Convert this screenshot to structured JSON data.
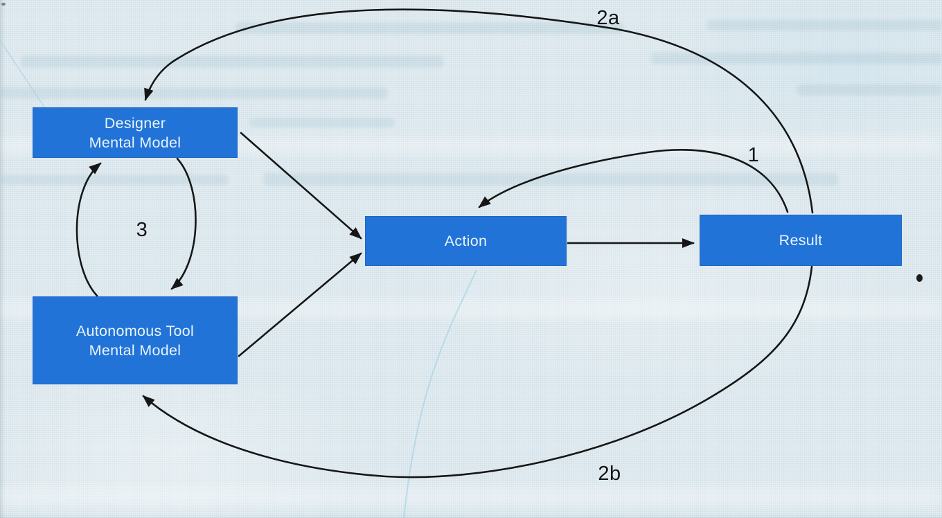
{
  "diagram": {
    "nodes": {
      "designer": {
        "line1": "Designer",
        "line2": "Mental Model"
      },
      "autonomous_tool": {
        "line1": "Autonomous Tool",
        "line2": "Mental Model"
      },
      "action": {
        "label": "Action"
      },
      "result": {
        "label": "Result"
      }
    },
    "edge_labels": {
      "result_to_action": "1",
      "result_to_designer": "2a",
      "result_to_autonomous_tool": "2b",
      "mental_model_loop": "3"
    },
    "colors": {
      "node_fill": "#2273d8",
      "node_text": "#e8f4fb",
      "arrow": "#161616",
      "paper": "#e2ecf1"
    }
  }
}
